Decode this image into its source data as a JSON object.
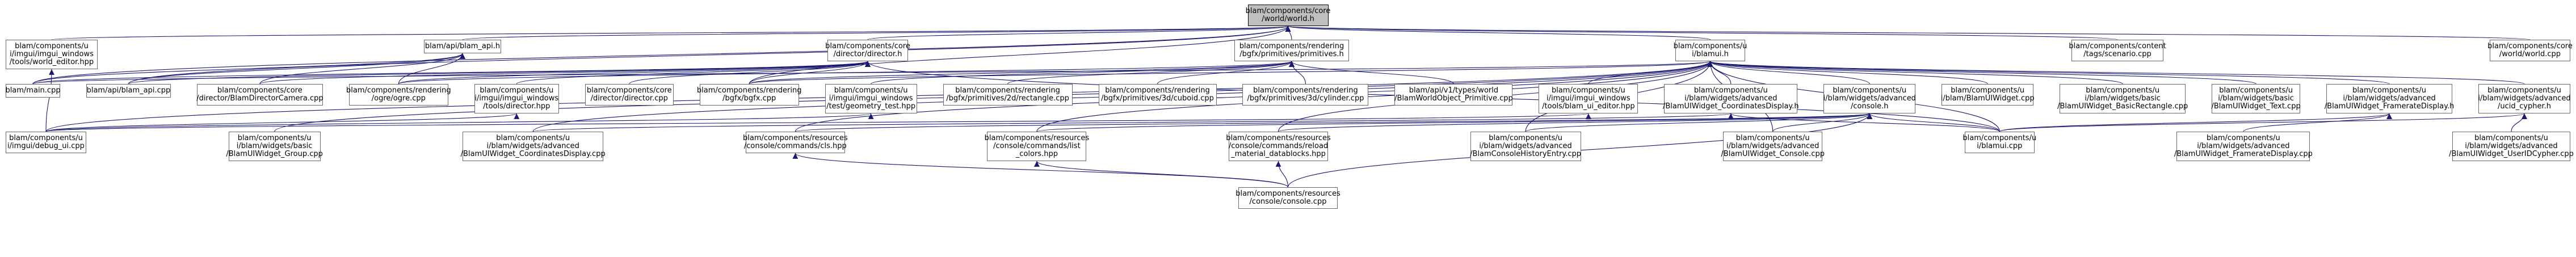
{
  "graph": {
    "edge_color": "#191970",
    "root_fill": "#bfbfbf",
    "node_border": "#666666",
    "nodes": [
      {
        "id": "root",
        "lines": [
          "blam/components/core",
          "/world/world.h"
        ],
        "root": true
      },
      {
        "id": "world_editor",
        "lines": [
          "blam/components/u",
          "i/imgui/imgui_windows",
          "/tools/world_editor.hpp"
        ]
      },
      {
        "id": "api_h",
        "lines": [
          "blam/api/blam_api.h"
        ]
      },
      {
        "id": "director_h",
        "lines": [
          "blam/components/core",
          "/director/director.h"
        ]
      },
      {
        "id": "primitives_h",
        "lines": [
          "blam/components/rendering",
          "/bgfx/primitives/primitives.h"
        ]
      },
      {
        "id": "blamui_h",
        "lines": [
          "blam/components/u",
          "i/blamui.h"
        ]
      },
      {
        "id": "scenario",
        "lines": [
          "blam/components/content",
          "/tags/scenario.cpp"
        ]
      },
      {
        "id": "world_cpp",
        "lines": [
          "blam/components/core",
          "/world/world.cpp"
        ]
      },
      {
        "id": "main_cpp",
        "lines": [
          "blam/main.cpp"
        ]
      },
      {
        "id": "api_cpp",
        "lines": [
          "blam/api/blam_api.cpp"
        ]
      },
      {
        "id": "camera_cpp",
        "lines": [
          "blam/components/core",
          "/director/BlamDirectorCamera.cpp"
        ]
      },
      {
        "id": "ogre_cpp",
        "lines": [
          "blam/components/rendering",
          "/ogre/ogre.cpp"
        ]
      },
      {
        "id": "director_hpp",
        "lines": [
          "blam/components/u",
          "i/imgui/imgui_windows",
          "/tools/director.hpp"
        ]
      },
      {
        "id": "director_cpp",
        "lines": [
          "blam/components/core",
          "/director/director.cpp"
        ]
      },
      {
        "id": "bgfx_cpp",
        "lines": [
          "blam/components/rendering",
          "/bgfx/bgfx.cpp"
        ]
      },
      {
        "id": "geometry_test",
        "lines": [
          "blam/components/u",
          "i/imgui/imgui_windows",
          "/test/geometry_test.hpp"
        ]
      },
      {
        "id": "rect2d",
        "lines": [
          "blam/components/rendering",
          "/bgfx/primitives/2d/rectangle.cpp"
        ]
      },
      {
        "id": "cuboid3d",
        "lines": [
          "blam/components/rendering",
          "/bgfx/primitives/3d/cuboid.cpp"
        ]
      },
      {
        "id": "cylinder3d",
        "lines": [
          "blam/components/rendering",
          "/bgfx/primitives/3d/cylinder.cpp"
        ]
      },
      {
        "id": "world_primitive",
        "lines": [
          "blam/api/v1/types/world",
          "/BlamWorldObject_Primitive.cpp"
        ]
      },
      {
        "id": "ui_editor",
        "lines": [
          "blam/components/u",
          "i/imgui/imgui_windows",
          "/tools/blam_ui_editor.hpp"
        ]
      },
      {
        "id": "coords_display_h",
        "lines": [
          "blam/components/u",
          "i/blam/widgets/advanced",
          "/BlamUIWidget_CoordinatesDisplay.h"
        ]
      },
      {
        "id": "console_h",
        "lines": [
          "blam/components/u",
          "i/blam/widgets/advanced",
          "/console.h"
        ]
      },
      {
        "id": "widget_cpp",
        "lines": [
          "blam/components/u",
          "i/blam/BlamUIWidget.cpp"
        ]
      },
      {
        "id": "basic_rect",
        "lines": [
          "blam/components/u",
          "i/blam/widgets/basic",
          "/BlamUIWidget_BasicRectangle.cpp"
        ]
      },
      {
        "id": "text_cpp",
        "lines": [
          "blam/components/u",
          "i/blam/widgets/basic",
          "/BlamUIWidget_Text.cpp"
        ]
      },
      {
        "id": "framerate_h",
        "lines": [
          "blam/components/u",
          "i/blam/widgets/advanced",
          "/BlamUIWidget_FramerateDisplay.h"
        ]
      },
      {
        "id": "ucid_h",
        "lines": [
          "blam/components/u",
          "i/blam/widgets/advanced",
          "/ucid_cypher.h"
        ]
      },
      {
        "id": "imgui_debug",
        "lines": [
          "blam/components/u",
          "i/imgui/debug_ui.cpp"
        ]
      },
      {
        "id": "group_cpp",
        "lines": [
          "blam/components/u",
          "i/blam/widgets/basic",
          "/BlamUIWidget_Group.cpp"
        ]
      },
      {
        "id": "coords_display_cpp",
        "lines": [
          "blam/components/u",
          "i/blam/widgets/advanced",
          "/BlamUIWidget_CoordinatesDisplay.cpp"
        ]
      },
      {
        "id": "cls_hpp",
        "lines": [
          "blam/components/resources",
          "/console/commands/cls.hpp"
        ]
      },
      {
        "id": "list_colors",
        "lines": [
          "blam/components/resources",
          "/console/commands/list",
          "_colors.hpp"
        ]
      },
      {
        "id": "reload_datablocks",
        "lines": [
          "blam/components/resources",
          "/console/commands/reload",
          "_material_datablocks.hpp"
        ]
      },
      {
        "id": "history_entry",
        "lines": [
          "blam/components/u",
          "i/blam/widgets/advanced",
          "/BlamConsoleHistoryEntry.cpp"
        ]
      },
      {
        "id": "console_widget_cpp",
        "lines": [
          "blam/components/u",
          "i/blam/widgets/advanced",
          "/BlamUIWidget_Console.cpp"
        ]
      },
      {
        "id": "blamui_cpp",
        "lines": [
          "blam/components/u",
          "i/blamui.cpp"
        ]
      },
      {
        "id": "framerate_cpp",
        "lines": [
          "blam/components/u",
          "i/blam/widgets/advanced",
          "/BlamUIWidget_FramerateDisplay.cpp"
        ]
      },
      {
        "id": "ucid_cpp",
        "lines": [
          "blam/components/u",
          "i/blam/widgets/advanced",
          "/BlamUIWidget_UserIDCypher.cpp"
        ]
      },
      {
        "id": "console_cpp",
        "lines": [
          "blam/components/resources",
          "/console/console.cpp"
        ]
      }
    ],
    "edges": [
      [
        "root",
        "world_editor"
      ],
      [
        "root",
        "api_h"
      ],
      [
        "root",
        "director_h"
      ],
      [
        "root",
        "primitives_h"
      ],
      [
        "root",
        "blamui_h"
      ],
      [
        "root",
        "scenario"
      ],
      [
        "root",
        "world_cpp"
      ],
      [
        "root",
        "main_cpp"
      ],
      [
        "root",
        "bgfx_cpp"
      ],
      [
        "root",
        "api_cpp"
      ],
      [
        "world_editor",
        "imgui_debug"
      ],
      [
        "api_h",
        "main_cpp"
      ],
      [
        "api_h",
        "api_cpp"
      ],
      [
        "api_h",
        "camera_cpp"
      ],
      [
        "api_h",
        "ogre_cpp"
      ],
      [
        "director_h",
        "main_cpp"
      ],
      [
        "director_h",
        "api_cpp"
      ],
      [
        "director_h",
        "camera_cpp"
      ],
      [
        "director_h",
        "ogre_cpp"
      ],
      [
        "director_h",
        "director_hpp"
      ],
      [
        "director_h",
        "director_cpp"
      ],
      [
        "director_h",
        "bgfx_cpp"
      ],
      [
        "director_h",
        "blamui_cpp"
      ],
      [
        "primitives_h",
        "ogre_cpp"
      ],
      [
        "primitives_h",
        "bgfx_cpp"
      ],
      [
        "primitives_h",
        "geometry_test"
      ],
      [
        "primitives_h",
        "rect2d"
      ],
      [
        "primitives_h",
        "cuboid3d"
      ],
      [
        "primitives_h",
        "cylinder3d"
      ],
      [
        "primitives_h",
        "world_primitive"
      ],
      [
        "blamui_h",
        "main_cpp"
      ],
      [
        "blamui_h",
        "bgfx_cpp"
      ],
      [
        "blamui_h",
        "ui_editor"
      ],
      [
        "blamui_h",
        "coords_display_h"
      ],
      [
        "blamui_h",
        "console_h"
      ],
      [
        "blamui_h",
        "widget_cpp"
      ],
      [
        "blamui_h",
        "basic_rect"
      ],
      [
        "blamui_h",
        "text_cpp"
      ],
      [
        "blamui_h",
        "framerate_h"
      ],
      [
        "blamui_h",
        "ucid_h"
      ],
      [
        "blamui_h",
        "group_cpp"
      ],
      [
        "blamui_h",
        "coords_display_cpp"
      ],
      [
        "blamui_h",
        "cls_hpp"
      ],
      [
        "blamui_h",
        "list_colors"
      ],
      [
        "blamui_h",
        "reload_datablocks"
      ],
      [
        "blamui_h",
        "history_entry"
      ],
      [
        "blamui_h",
        "console_widget_cpp"
      ],
      [
        "blamui_h",
        "blamui_cpp"
      ],
      [
        "blamui_h",
        "imgui_debug"
      ],
      [
        "director_hpp",
        "imgui_debug"
      ],
      [
        "geometry_test",
        "imgui_debug"
      ],
      [
        "ui_editor",
        "imgui_debug"
      ],
      [
        "coords_display_h",
        "coords_display_cpp"
      ],
      [
        "coords_display_h",
        "blamui_cpp"
      ],
      [
        "console_h",
        "cls_hpp"
      ],
      [
        "console_h",
        "list_colors"
      ],
      [
        "console_h",
        "reload_datablocks"
      ],
      [
        "console_h",
        "history_entry"
      ],
      [
        "console_h",
        "console_widget_cpp"
      ],
      [
        "console_h",
        "blamui_cpp"
      ],
      [
        "console_h",
        "console_cpp"
      ],
      [
        "framerate_h",
        "framerate_cpp"
      ],
      [
        "framerate_h",
        "blamui_cpp"
      ],
      [
        "ucid_h",
        "ucid_cpp"
      ],
      [
        "ucid_h",
        "blamui_cpp"
      ],
      [
        "cls_hpp",
        "console_cpp"
      ],
      [
        "list_colors",
        "console_cpp"
      ],
      [
        "reload_datablocks",
        "console_cpp"
      ]
    ]
  }
}
